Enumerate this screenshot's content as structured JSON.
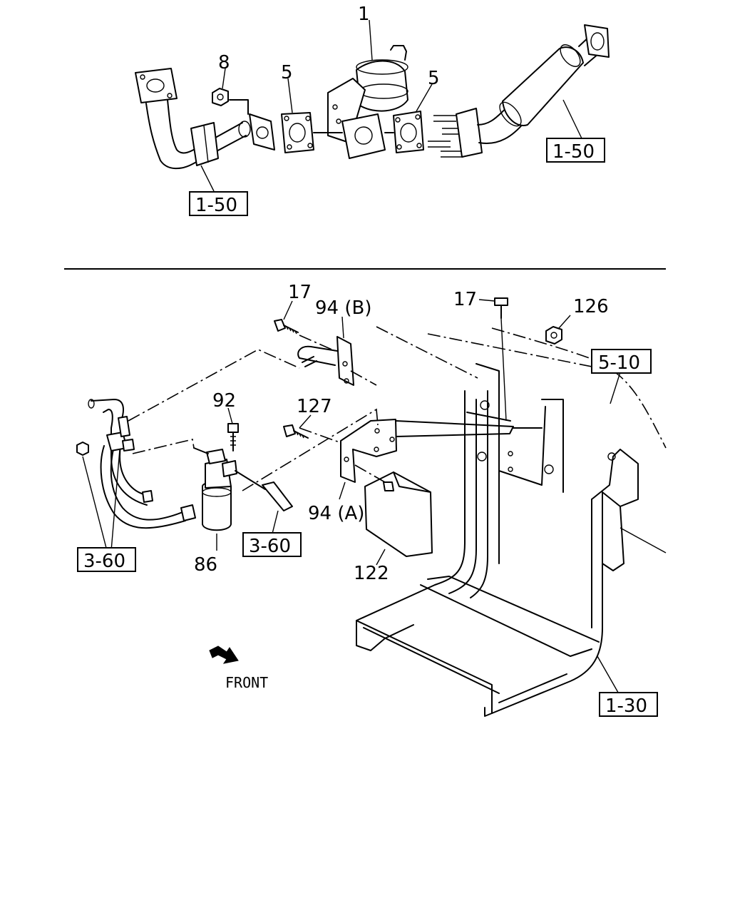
{
  "top_callouts": {
    "p1": "1",
    "p8": "8",
    "p5a": "5",
    "p5b": "5",
    "ref_left": "1-50",
    "ref_right": "1-50"
  },
  "bottom_callouts": {
    "p17a": "17",
    "p94b": "94 (B)",
    "p17b": "17",
    "p126": "126",
    "ref_510": "5-10",
    "p92": "92",
    "p127": "127",
    "p94a": "94 (A)",
    "ref_360a": "3-60",
    "ref_360b": "3-60",
    "p86": "86",
    "p122": "122",
    "ref_130": "1-30"
  },
  "front_label": "FRONT",
  "icons": {
    "direction": "front-arrow-icon"
  }
}
